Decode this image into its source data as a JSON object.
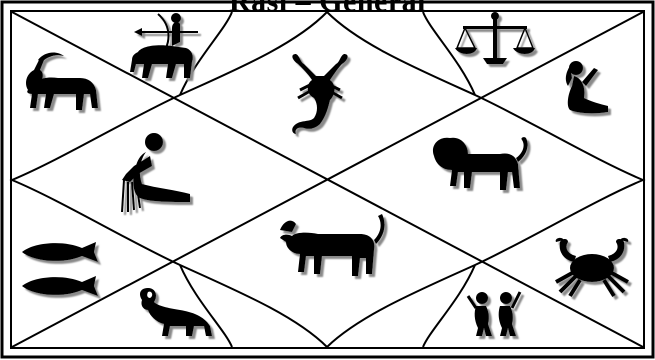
{
  "title": "Rasi – General",
  "signs": [
    {
      "name": "sagittarius",
      "icon": "archer-centaur-icon",
      "house": "top-left-inner"
    },
    {
      "name": "scorpio",
      "icon": "scorpion-icon",
      "house": "top-center"
    },
    {
      "name": "libra",
      "icon": "scales-icon",
      "house": "top-right-inner"
    },
    {
      "name": "virgo",
      "icon": "seated-woman-icon",
      "house": "top-right-corner"
    },
    {
      "name": "leo",
      "icon": "lion-icon",
      "house": "right-middle"
    },
    {
      "name": "cancer",
      "icon": "crab-icon",
      "house": "bottom-right-corner"
    },
    {
      "name": "gemini",
      "icon": "twins-icon",
      "house": "bottom-right-inner"
    },
    {
      "name": "taurus",
      "icon": "bull-icon",
      "house": "bottom-center"
    },
    {
      "name": "aries",
      "icon": "ram-icon",
      "house": "bottom-left-inner"
    },
    {
      "name": "pisces",
      "icon": "two-fish-icon",
      "house": "bottom-left-corner"
    },
    {
      "name": "aquarius",
      "icon": "water-bearer-icon",
      "house": "left-middle"
    },
    {
      "name": "capricorn",
      "icon": "goat-icon",
      "house": "top-left-corner"
    }
  ]
}
